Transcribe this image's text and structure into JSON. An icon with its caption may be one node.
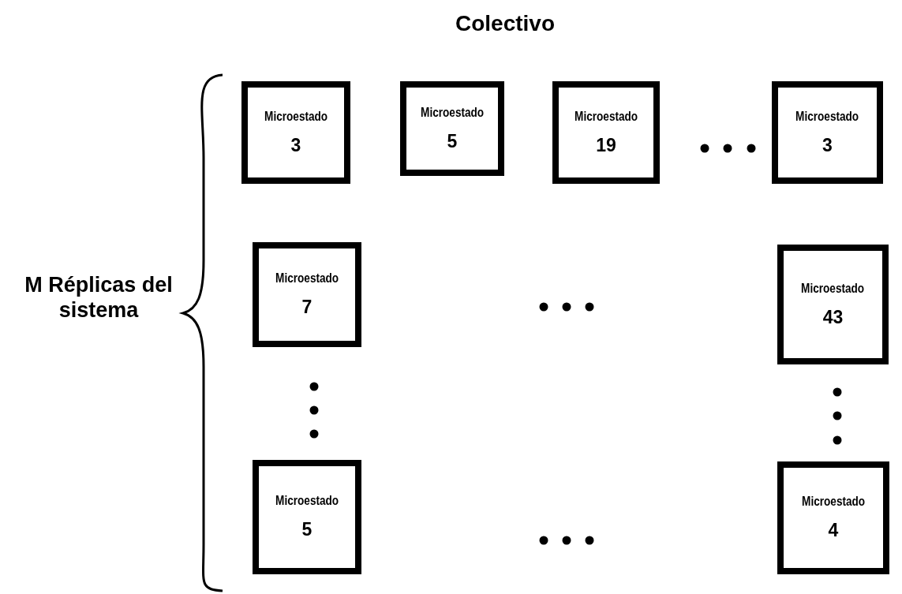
{
  "diagram": {
    "title": "Colectivo",
    "nodes": [
      {
        "text": [
          "Microestado",
          "3"
        ]
      },
      {
        "text": [
          "Microestado",
          "5"
        ]
      },
      {
        "text": [
          "Microestado",
          "19"
        ]
      },
      {
        "text": [
          "Microestado",
          "3"
        ]
      },
      {
        "text": [
          "Microestado",
          "7"
        ]
      },
      {
        "text": [
          "Microestado",
          "43"
        ]
      },
      {
        "text": [
          "Microestado",
          "5"
        ]
      },
      {
        "text": [
          "Microestado",
          "4"
        ]
      }
    ],
    "edges": [],
    "labels": [
      "M Réplicas del sistema"
    ]
  }
}
